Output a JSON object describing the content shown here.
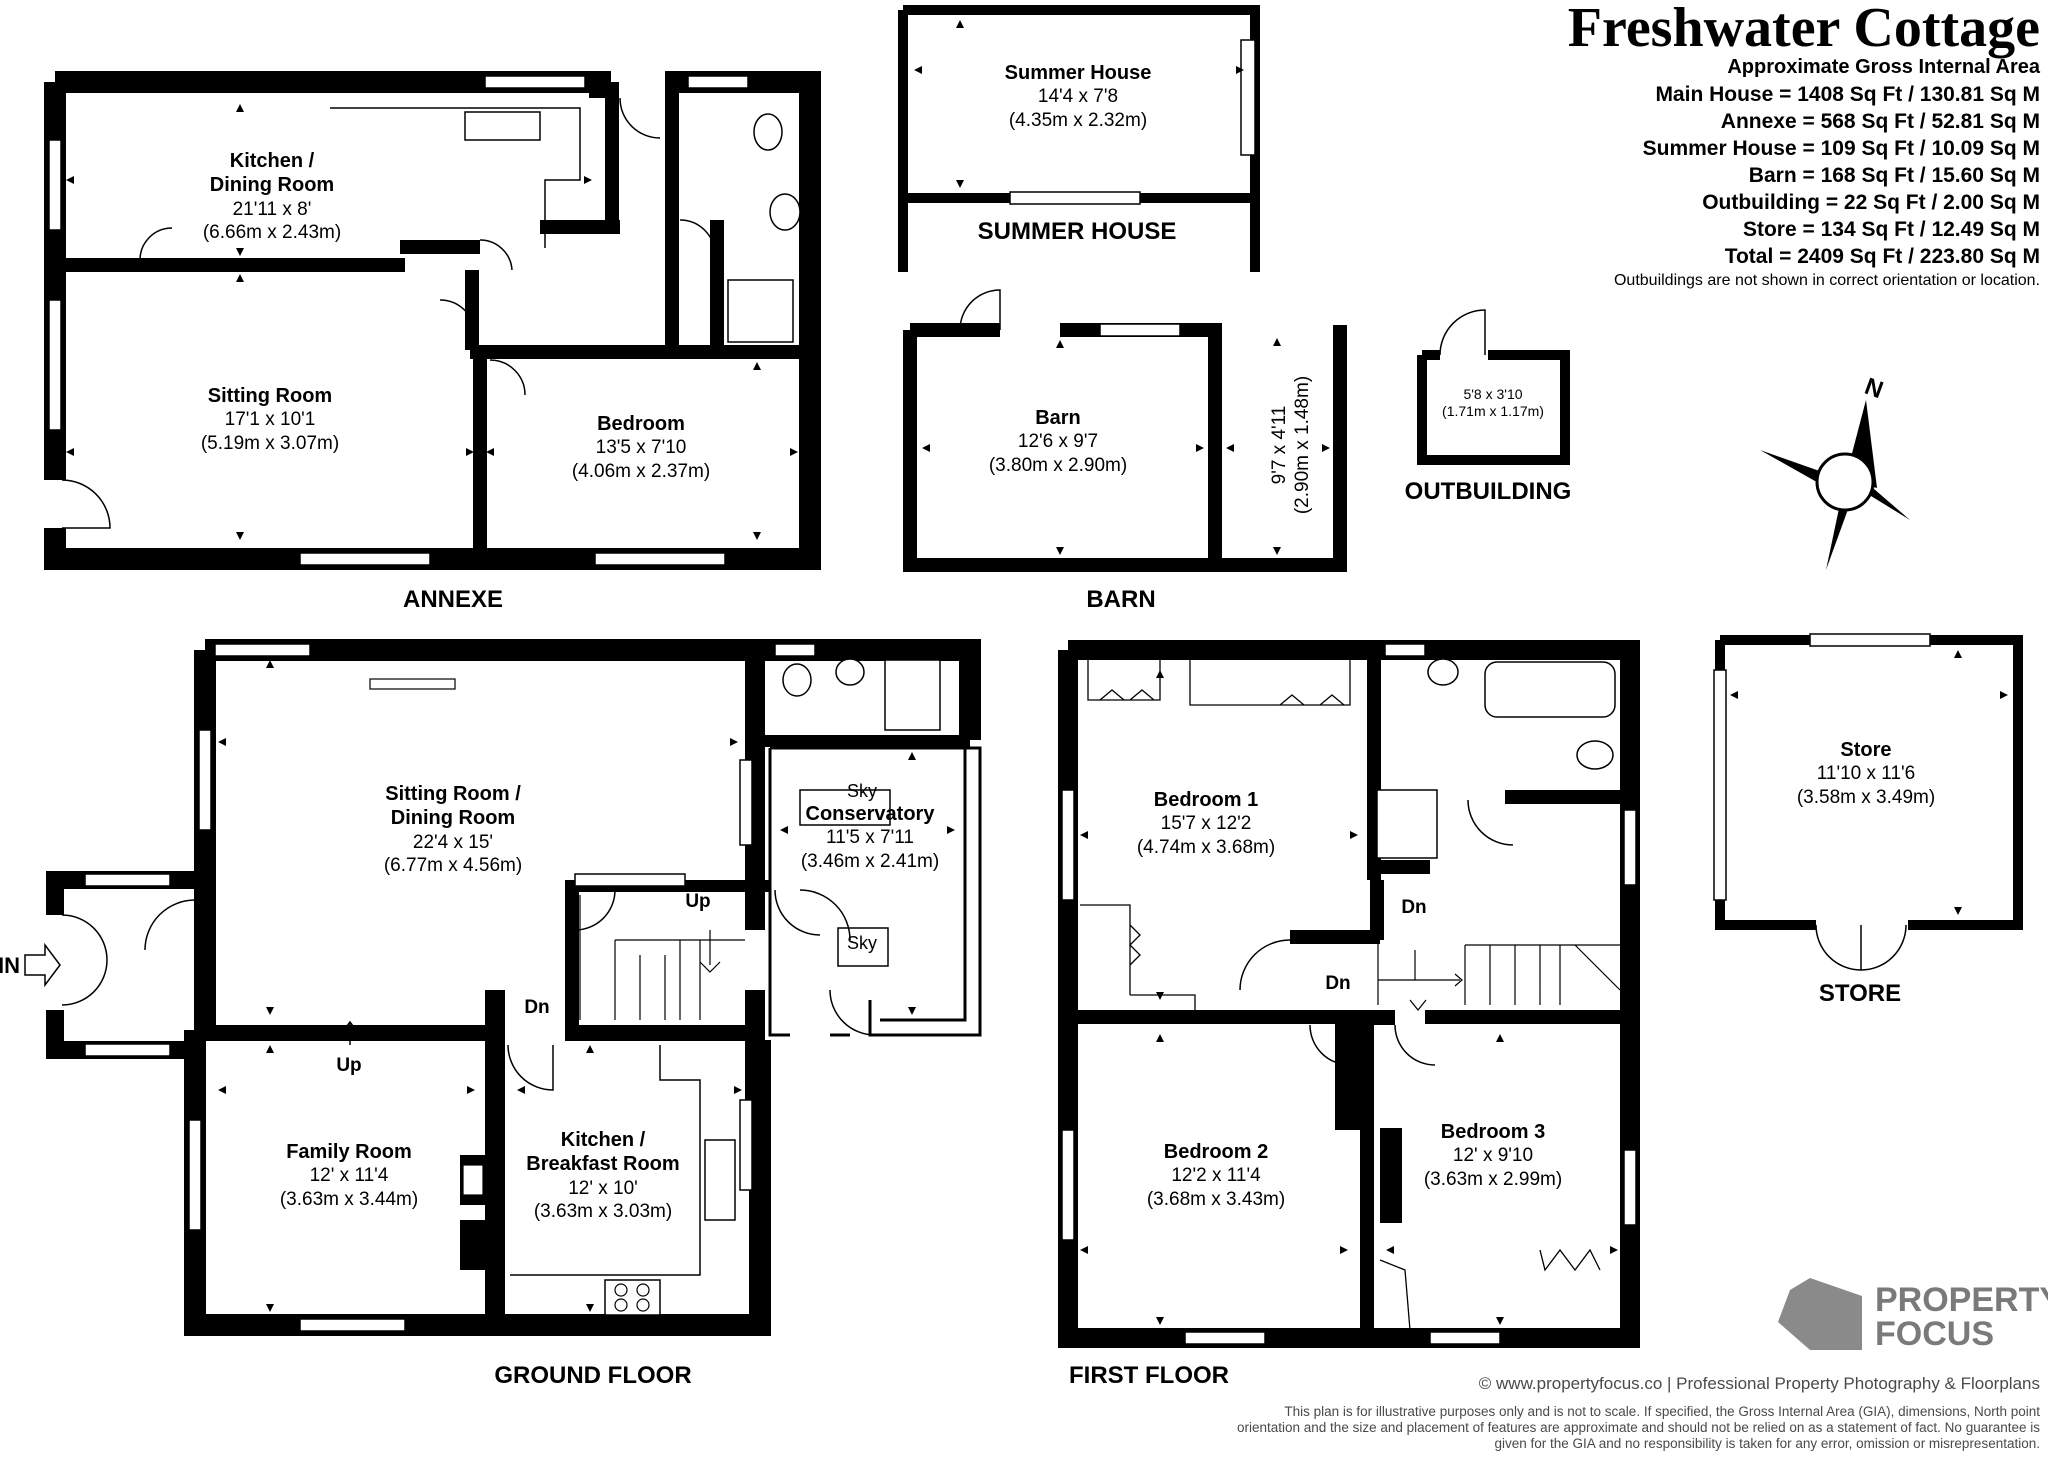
{
  "title": "Freshwater Cottage",
  "areas": {
    "heading": "Approximate Gross Internal Area",
    "lines": [
      "Main House = 1408 Sq Ft / 130.81 Sq M",
      "Annexe = 568 Sq Ft / 52.81 Sq M",
      "Summer House = 109 Sq Ft / 10.09 Sq M",
      "Barn = 168 Sq Ft / 15.60 Sq M",
      "Outbuilding = 22 Sq Ft / 2.00 Sq M",
      "Store = 134 Sq Ft / 12.49 Sq M",
      "Total = 2409 Sq Ft / 223.80 Sq M"
    ],
    "note": "Outbuildings are not shown in correct orientation or location."
  },
  "sections": {
    "annexe": "ANNEXE",
    "summer_house": "SUMMER HOUSE",
    "barn": "BARN",
    "outbuilding": "OUTBUILDING",
    "store": "STORE",
    "ground_floor": "GROUND FLOOR",
    "first_floor": "FIRST FLOOR"
  },
  "rooms": {
    "annexe_kitchen": {
      "name1": "Kitchen /",
      "name2": "Dining Room",
      "imperial": "21'11 x 8'",
      "metric": "(6.66m x 2.43m)"
    },
    "annexe_sitting": {
      "name": "Sitting Room",
      "imperial": "17'1 x 10'1",
      "metric": "(5.19m x 3.07m)"
    },
    "annexe_bedroom": {
      "name": "Bedroom",
      "imperial": "13'5 x 7'10",
      "metric": "(4.06m x 2.37m)"
    },
    "summer_house": {
      "name": "Summer House",
      "imperial": "14'4 x 7'8",
      "metric": "(4.35m x 2.32m)"
    },
    "barn": {
      "name": "Barn",
      "imperial": "12'6 x 9'7",
      "metric": "(3.80m x 2.90m)"
    },
    "barn_side": {
      "imperial": "9'7 x 4'11",
      "metric": "(2.90m x 1.48m)"
    },
    "outbuilding": {
      "imperial": "5'8 x 3'10",
      "metric": "(1.71m x 1.17m)"
    },
    "store": {
      "name": "Store",
      "imperial": "11'10 x 11'6",
      "metric": "(3.58m x 3.49m)"
    },
    "gf_sitting": {
      "name1": "Sitting Room /",
      "name2": "Dining Room",
      "imperial": "22'4 x 15'",
      "metric": "(6.77m x 4.56m)"
    },
    "gf_conservatory": {
      "name": "Conservatory",
      "imperial": "11'5 x 7'11",
      "metric": "(3.46m x 2.41m)"
    },
    "gf_family": {
      "name": "Family Room",
      "imperial": "12' x 11'4",
      "metric": "(3.63m x 3.44m)"
    },
    "gf_kitchen": {
      "name1": "Kitchen /",
      "name2": "Breakfast Room",
      "imperial": "12' x 10'",
      "metric": "(3.63m x 3.03m)"
    },
    "ff_bedroom1": {
      "name": "Bedroom 1",
      "imperial": "15'7 x 12'2",
      "metric": "(4.74m x 3.68m)"
    },
    "ff_bedroom2": {
      "name": "Bedroom 2",
      "imperial": "12'2 x 11'4",
      "metric": "(3.68m x 3.43m)"
    },
    "ff_bedroom3": {
      "name": "Bedroom 3",
      "imperial": "12' x 9'10",
      "metric": "(3.63m x 2.99m)"
    }
  },
  "markers": {
    "up": "Up",
    "dn": "Dn",
    "sky": "Sky",
    "in": "IN",
    "north": "N"
  },
  "brand": {
    "logo_line1": "PROPERTY",
    "logo_line2": "FOCUS",
    "copyright": "© www.propertyfocus.co | Professional Property Photography & Floorplans",
    "disclaimer": "This plan is for illustrative purposes only and is not to scale. If specified, the Gross Internal Area (GIA), dimensions, North point orientation and the size and placement of features are approximate and should not be relied on as a statement of fact. No guarantee is given for the GIA and no responsibility is taken for any error, omission or misrepresentation."
  },
  "colors": {
    "wall": "#000000",
    "background": "#ffffff",
    "logo_gray": "#7a7a7a"
  }
}
